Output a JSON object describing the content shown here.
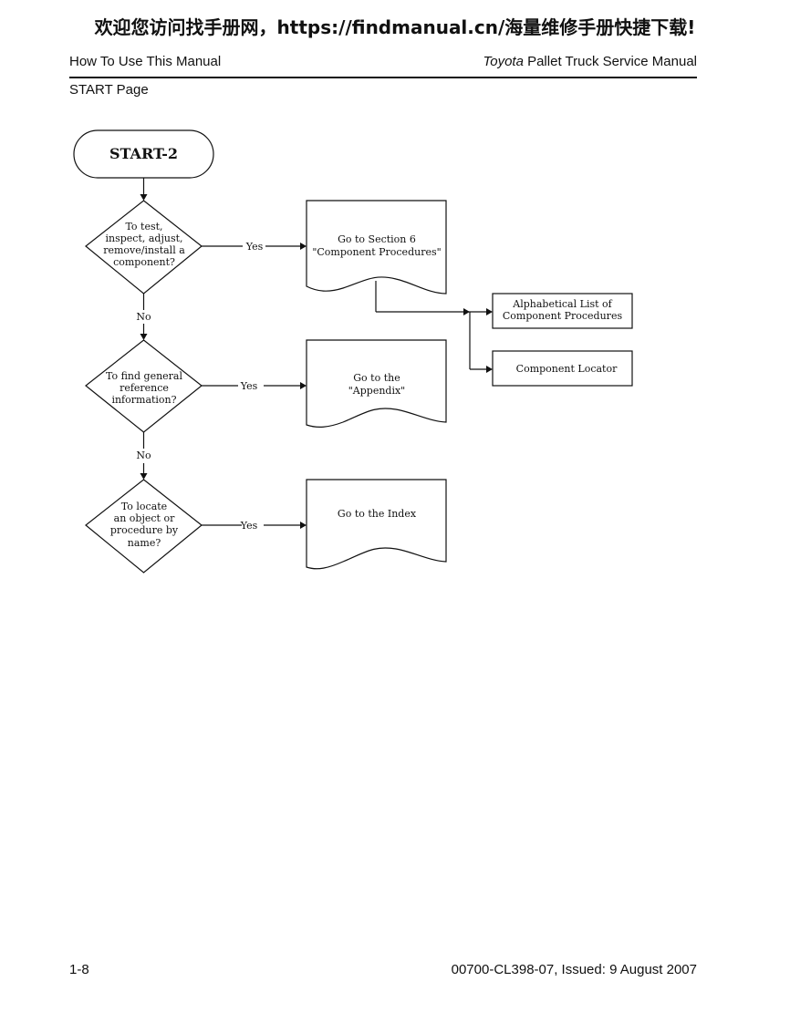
{
  "banner": "欢迎您访问找手册网，https://findmanual.cn/海量维修手册快捷下载!",
  "header": {
    "left": "How To Use This Manual",
    "right_italic": "Toyota",
    "right_rest": " Pallet Truck Service Manual",
    "subtitle": "START Page"
  },
  "flowchart": {
    "start": "START-2",
    "decision1": [
      "To test,",
      "inspect, adjust,",
      "remove/install a",
      "component?"
    ],
    "doc1": [
      "Go to Section 6",
      "\"Component Procedures\""
    ],
    "box_alpha": [
      "Alphabetical List of",
      "Component Procedures"
    ],
    "box_locator": "Component Locator",
    "decision2": [
      "To find general",
      "reference",
      "information?"
    ],
    "doc2": [
      "Go to the",
      "\"Appendix\""
    ],
    "decision3": [
      "To locate",
      "an object or",
      "procedure by",
      "name?"
    ],
    "doc3": "Go to the Index",
    "yes_label": "Yes",
    "no_label": "No"
  },
  "footer": {
    "page": "1-8",
    "doc_id": "00700-CL398-07, Issued: 9 August 2007"
  }
}
